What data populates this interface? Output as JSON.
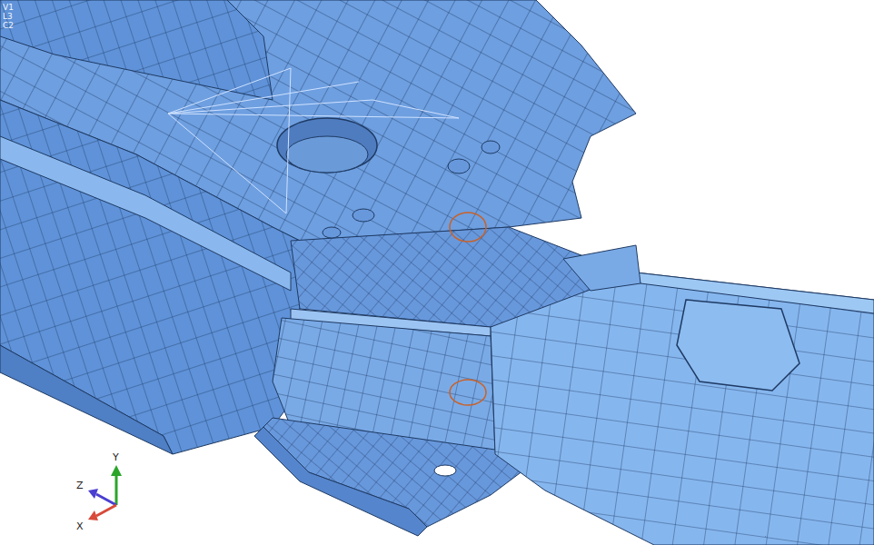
{
  "diagram": {
    "labels": [
      "V1",
      "L3",
      "C2",
      "Z",
      "Y",
      "X"
    ]
  }
}
